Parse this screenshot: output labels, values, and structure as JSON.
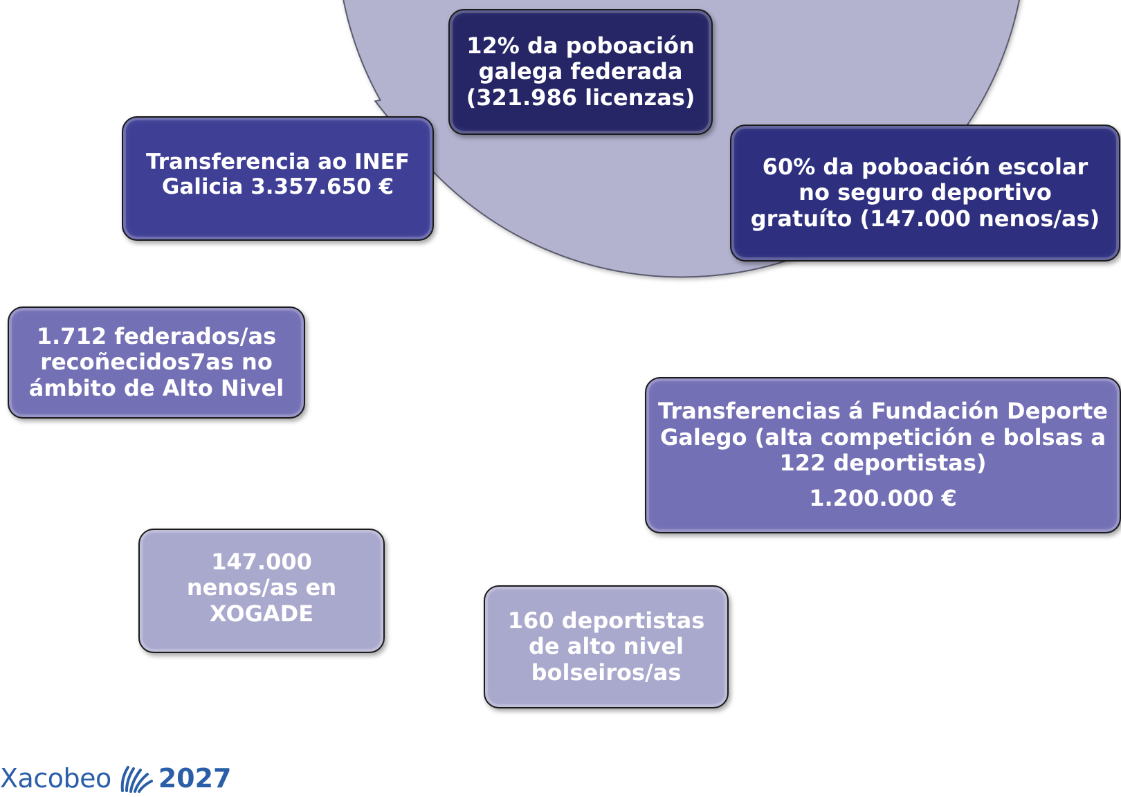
{
  "colors": {
    "ring": "#b3b3d0",
    "ring_stroke": "#5a5a6e",
    "box_darkest": "#262667",
    "box_dark": "#2e307f",
    "box_medium": "#3f3f96",
    "box_mid": "#7470b5",
    "box_light": "#a9a8cd",
    "logo_blue": "#2a5fa8"
  },
  "cycle": [
    {
      "key": "population",
      "lines": [
        "12% da poboación",
        "galega federada",
        "(321.986 licenzas)"
      ]
    },
    {
      "key": "school",
      "lines": [
        "60% da poboación escolar",
        "no seguro deportivo",
        "gratuíto (147.000 nenos/as)"
      ]
    },
    {
      "key": "fundacion",
      "lines": [
        "Transferencias á Fundación Deporte",
        "Galego (alta competición e bolsas a",
        "122 deportistas)"
      ],
      "amount": "1.200.000 €"
    },
    {
      "key": "bolseiros",
      "lines": [
        "160 deportistas",
        "de alto nivel",
        "bolseiros/as"
      ]
    },
    {
      "key": "xogade",
      "lines": [
        "147.000",
        "nenos/as en",
        "XOGADE"
      ]
    },
    {
      "key": "alto_nivel",
      "lines": [
        "1.712 federados/as",
        "recoñecidos7as no",
        "ámbito de Alto Nivel"
      ]
    },
    {
      "key": "inef",
      "lines": [
        "Transferencia ao INEF",
        "Galicia  3.357.650 €"
      ]
    }
  ],
  "logo": {
    "word": "Xacobeo",
    "icon": "scallop-shell-icon",
    "year": "2027"
  }
}
